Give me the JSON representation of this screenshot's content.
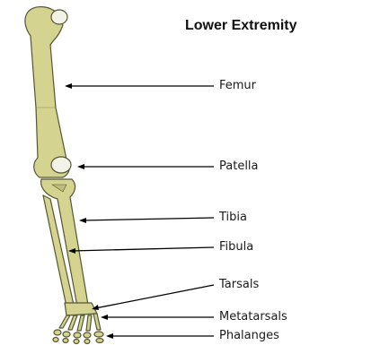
{
  "title": "Lower Extremity",
  "labels": {
    "femur": "Femur",
    "patella": "Patella",
    "tibia": "Tibia",
    "fibula": "Fibula",
    "tarsals": "Tarsals",
    "metatarsals": "Metatarsals",
    "phalanges": "Phalanges"
  },
  "colors": {
    "bone_fill": "#d4d490",
    "bone_outline": "#555533",
    "femur_head": "#f2f2e6",
    "line": "#000000"
  }
}
